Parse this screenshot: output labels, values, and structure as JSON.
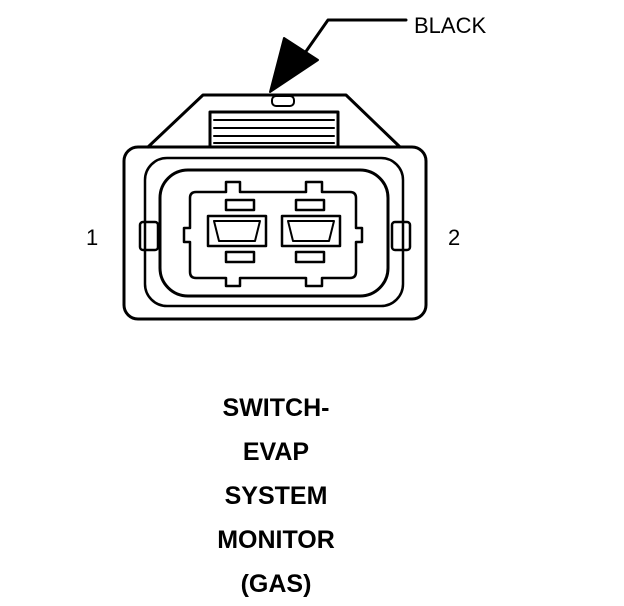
{
  "connector": {
    "color_label": "BLACK",
    "pins": [
      "1",
      "2"
    ],
    "caption_lines": [
      "SWITCH-",
      "EVAP",
      "SYSTEM",
      "MONITOR",
      "(GAS)"
    ]
  }
}
